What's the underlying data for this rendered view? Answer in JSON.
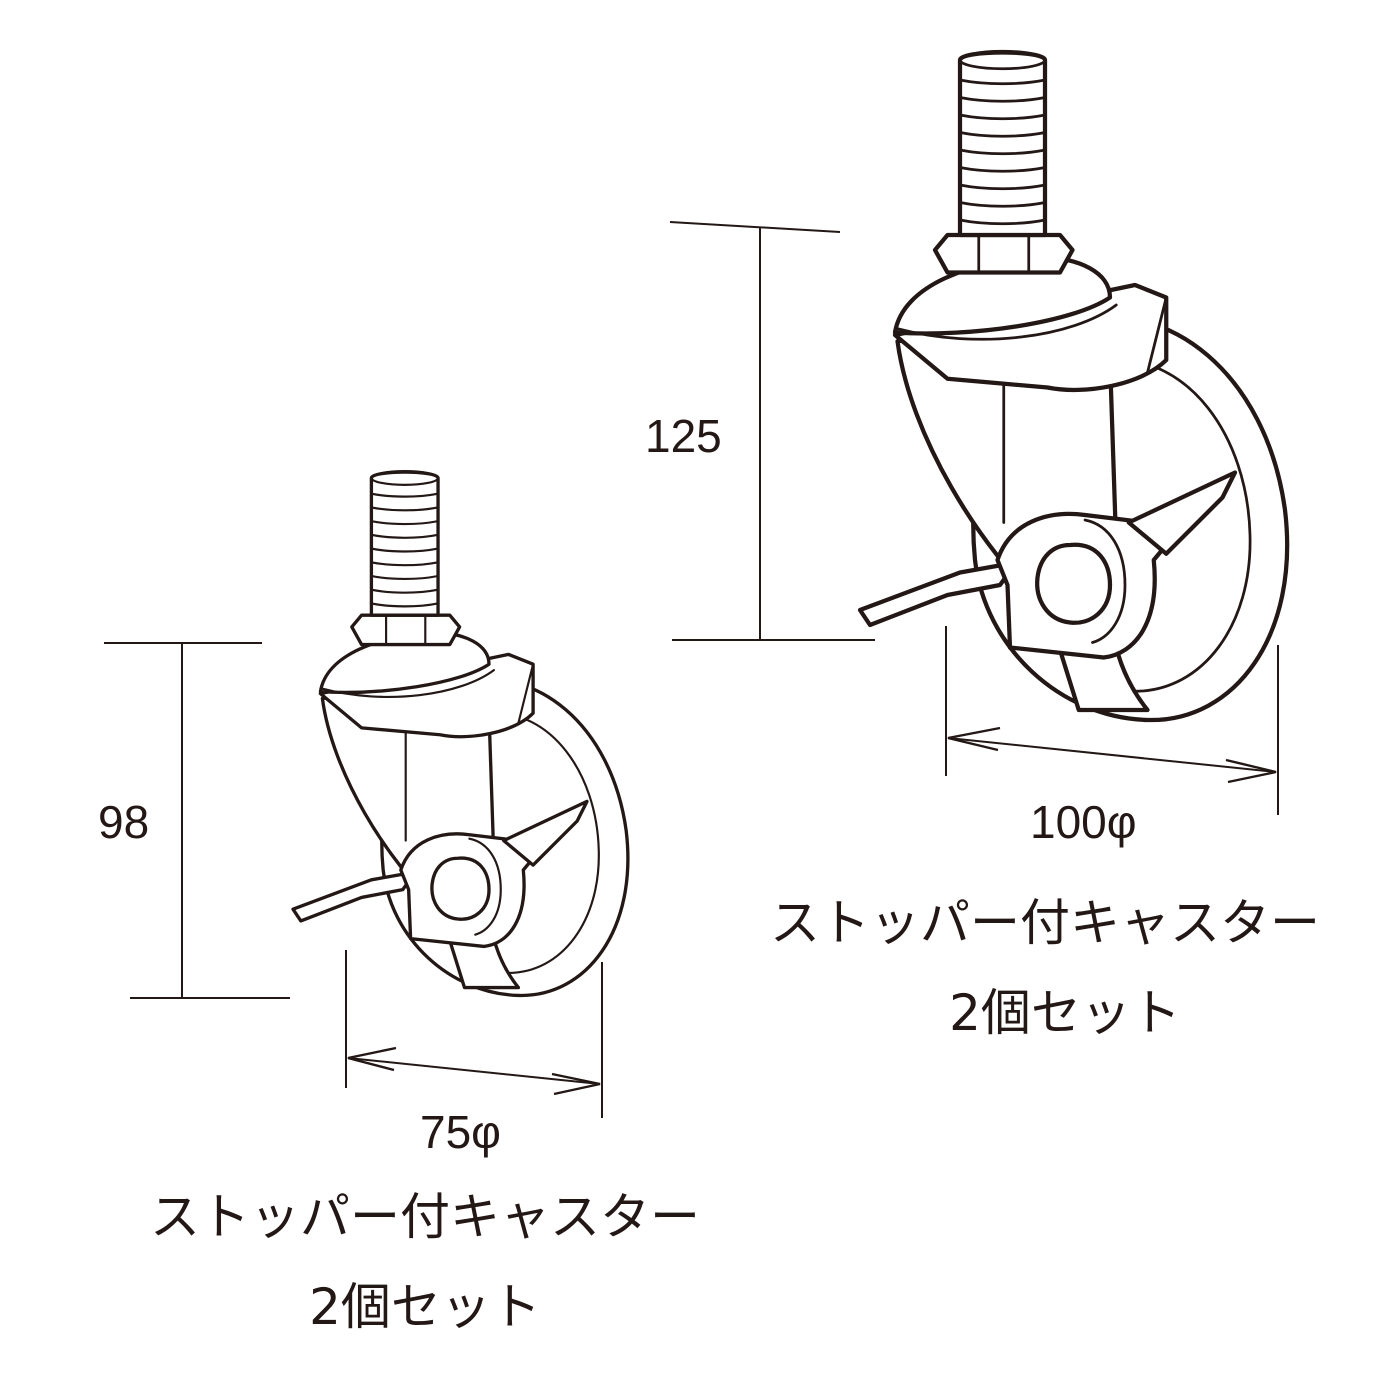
{
  "casters": [
    {
      "id": "small",
      "height_label": "98",
      "diameter_label": "75φ",
      "caption_line1": "ストッパー付キャスター",
      "caption_line2": "2個セット"
    },
    {
      "id": "large",
      "height_label": "125",
      "diameter_label": "100φ",
      "caption_line1": "ストッパー付キャスター",
      "caption_line2": "2個セット"
    }
  ],
  "colors": {
    "line": "#231815",
    "background": "#ffffff"
  }
}
